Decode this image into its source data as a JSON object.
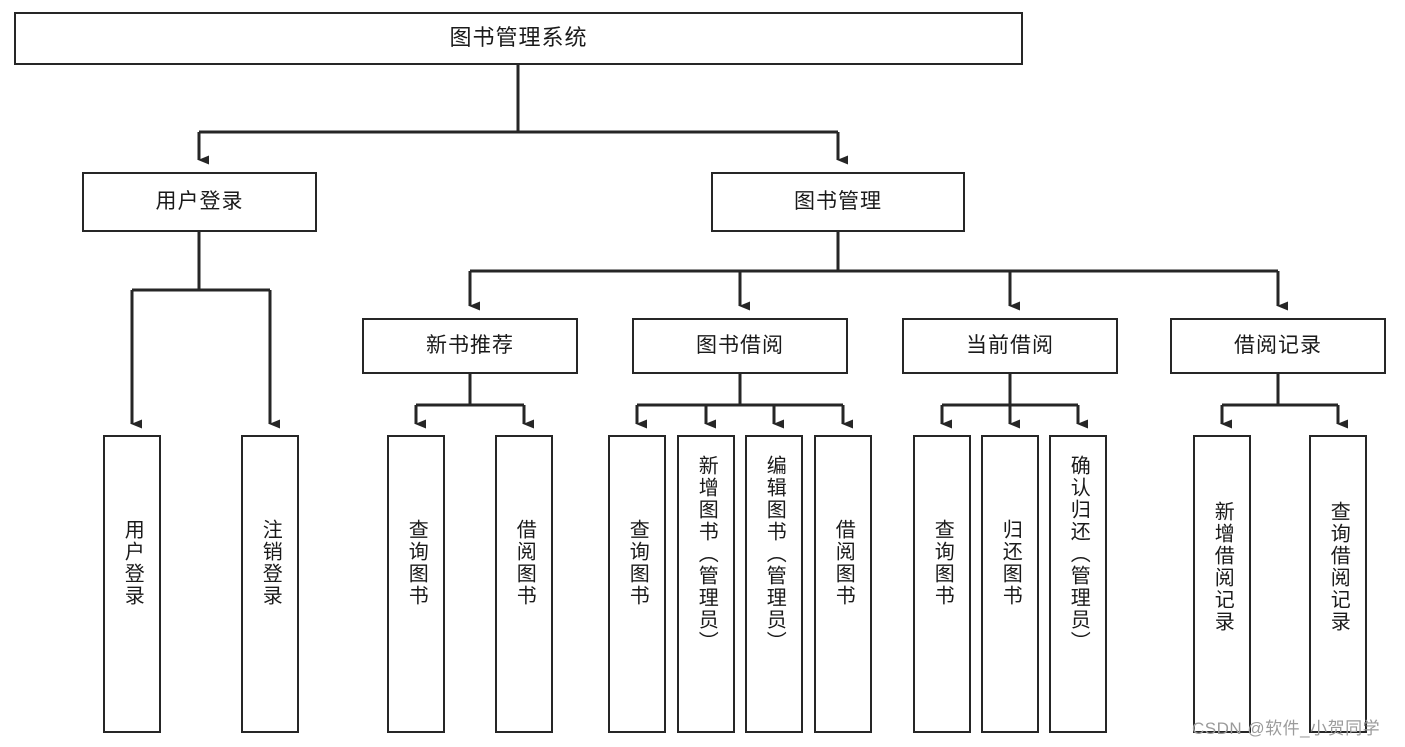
{
  "diagram": {
    "title": "图书管理系统",
    "type": "system-function-tree",
    "watermark": "CSDN @软件_小贺同学",
    "colors": {
      "box_border": "#262626",
      "box_fill": "#ffffff",
      "connector": "#262626",
      "text": "#1a1a1a",
      "watermark": "#9b9b9b"
    },
    "levels": {
      "root": "图书管理系统",
      "level2": [
        "用户登录",
        "图书管理"
      ],
      "level3": [
        "新书推荐",
        "图书借阅",
        "当前借阅",
        "借阅记录"
      ]
    },
    "nodes": {
      "root": {
        "label": "图书管理系统"
      },
      "user_login": {
        "label": "用户登录"
      },
      "book_manage": {
        "label": "图书管理"
      },
      "new_book_rec": {
        "label": "新书推荐"
      },
      "book_borrow": {
        "label": "图书借阅"
      },
      "current_borrow": {
        "label": "当前借阅"
      },
      "borrow_record": {
        "label": "借阅记录"
      }
    },
    "leaves": {
      "user_login": [
        {
          "label": "用户登录"
        },
        {
          "label": "注销登录"
        }
      ],
      "new_book_rec": [
        {
          "label": "查询图书"
        },
        {
          "label": "借阅图书"
        }
      ],
      "book_borrow": [
        {
          "label": "查询图书"
        },
        {
          "label": "新增图书（管理员）"
        },
        {
          "label": "编辑图书（管理员）"
        },
        {
          "label": "借阅图书"
        }
      ],
      "current_borrow": [
        {
          "label": "查询图书"
        },
        {
          "label": "归还图书"
        },
        {
          "label": "确认归还（管理员）"
        }
      ],
      "borrow_record": [
        {
          "label": "新增借阅记录"
        },
        {
          "label": "查询借阅记录"
        }
      ]
    }
  }
}
